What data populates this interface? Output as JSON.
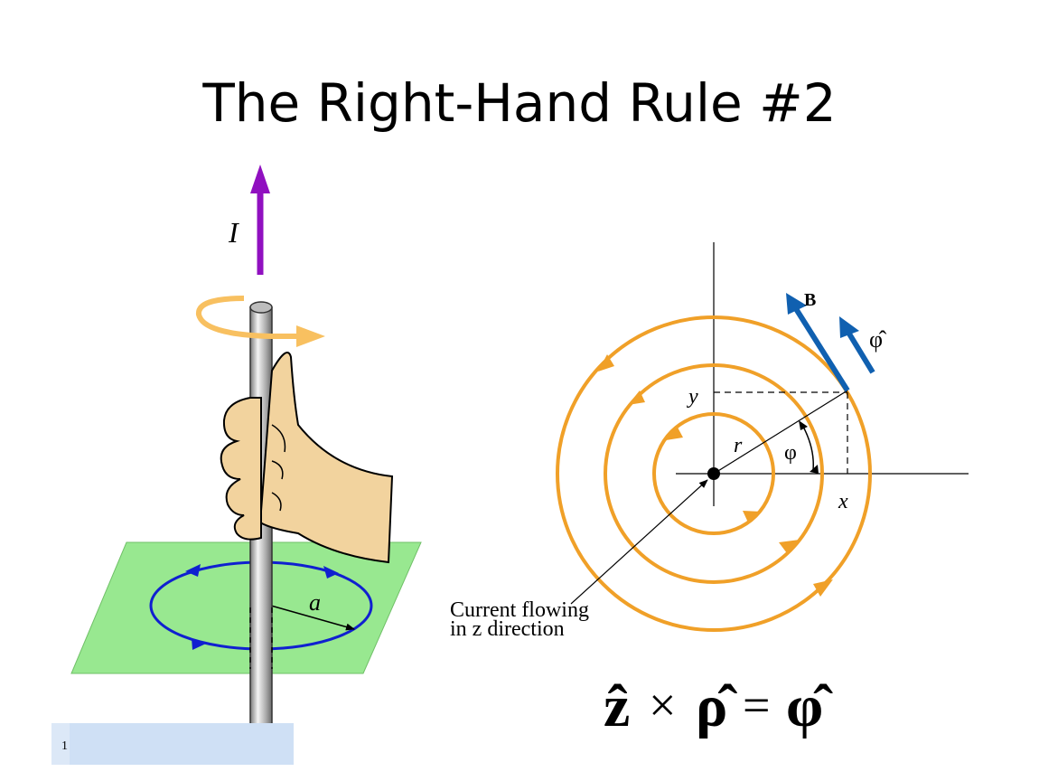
{
  "slide": {
    "title": "The Right-Hand Rule #2",
    "number": "1"
  },
  "left_figure": {
    "current_label": "I",
    "radius_label": "a"
  },
  "right_figure": {
    "field_label": "B",
    "unit_vector_label": "φ̂",
    "x_label": "x",
    "y_label": "y",
    "r_label": "r",
    "angle_label": "φ",
    "annotation_line1": "Current flowing",
    "annotation_line2": "in z direction"
  },
  "equation": {
    "lhs1": "ẑ",
    "op": "×",
    "lhs2": "ρ̂",
    "eq": "=",
    "rhs": "φ̂"
  },
  "colors": {
    "orange": "#f0a028",
    "blue_arrow": "#1060b0",
    "purple": "#9010c0",
    "green_plane": "#98e890",
    "hand": "#f2d39e",
    "loop_blue": "#1020d0"
  }
}
